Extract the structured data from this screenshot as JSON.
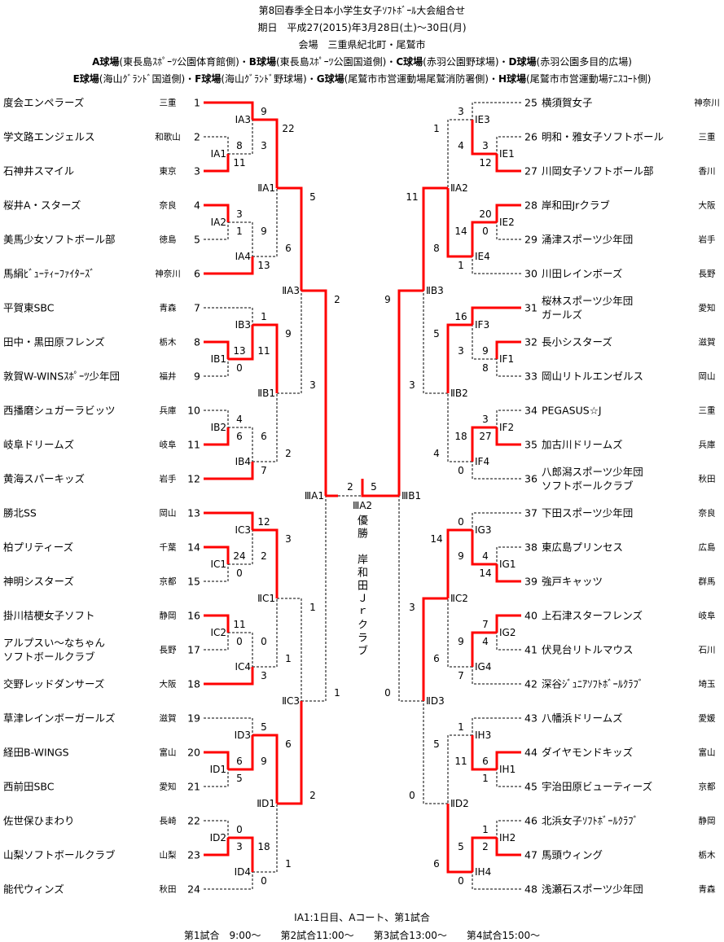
{
  "header": {
    "title": "第8回春季全日本小学生女子ｿﾌﾄﾎﾞｰﾙ大会組合せ",
    "dates": "期日　平成27(2015)年3月28日(土)～30日(月)",
    "venue": "会場　三重県紀北町・尾鷲市",
    "courts": [
      {
        "court": "A球場",
        "place": "(東長島ｽﾎﾟｰﾂ公園体育館側)"
      },
      {
        "court": "B球場",
        "place": "(東長島ｽﾎﾟｰﾂ公園国道側)"
      },
      {
        "court": "C球場",
        "place": "(赤羽公園野球場)"
      },
      {
        "court": "D球場",
        "place": "(赤羽公園多目的広場)"
      },
      {
        "court": "E球場",
        "place": "(海山ｸﾞﾗﾝﾄﾞ国道側)"
      },
      {
        "court": "F球場",
        "place": "(海山ｸﾞﾗﾝﾄﾞ野球場)"
      },
      {
        "court": "G球場",
        "place": "(尾鷲市市営運動場尾鷲消防署側)"
      },
      {
        "court": "H球場",
        "place": "(尾鷲市市営運動場ﾃﾆｽｺｰﾄ側)"
      }
    ],
    "separator": "・"
  },
  "teams": [
    {
      "no": "1",
      "name": "度会エンペラーズ",
      "pref": "三重"
    },
    {
      "no": "2",
      "name": "学文路エンジェルス",
      "pref": "和歌山"
    },
    {
      "no": "3",
      "name": "石神井スマイル",
      "pref": "東京"
    },
    {
      "no": "4",
      "name": "桜井A・スターズ",
      "pref": "奈良"
    },
    {
      "no": "5",
      "name": "美馬少女ソフトボール部",
      "pref": "徳島"
    },
    {
      "no": "6",
      "name": "馬絹ﾋﾞｭｰﾃｨｰﾌｧｲﾀｰｽﾞ",
      "pref": "神奈川"
    },
    {
      "no": "7",
      "name": "平賀東SBC",
      "pref": "青森"
    },
    {
      "no": "8",
      "name": "田中・黒田原フレンズ",
      "pref": "栃木"
    },
    {
      "no": "9",
      "name": "敦賀W-WINSｽﾎﾟｰﾂ少年団",
      "pref": "福井"
    },
    {
      "no": "10",
      "name": "西播磨シュガーラビッツ",
      "pref": "兵庫"
    },
    {
      "no": "11",
      "name": "岐阜ドリームズ",
      "pref": "岐阜"
    },
    {
      "no": "12",
      "name": "黄海スパーキッズ",
      "pref": "岩手"
    },
    {
      "no": "13",
      "name": "勝北SS",
      "pref": "岡山"
    },
    {
      "no": "14",
      "name": "柏プリティーズ",
      "pref": "千葉"
    },
    {
      "no": "15",
      "name": "神明シスターズ",
      "pref": "京都"
    },
    {
      "no": "16",
      "name": "掛川桔梗女子ソフト",
      "pref": "静岡"
    },
    {
      "no": "17",
      "name": "アルプスい～なちゃん\nソフトボールクラブ",
      "pref": "長野"
    },
    {
      "no": "18",
      "name": "交野レッドダンサーズ",
      "pref": "大阪"
    },
    {
      "no": "19",
      "name": "草津レインボーガールズ",
      "pref": "滋賀"
    },
    {
      "no": "20",
      "name": "経田B-WINGS",
      "pref": "富山"
    },
    {
      "no": "21",
      "name": "西前田SBC",
      "pref": "愛知"
    },
    {
      "no": "22",
      "name": "佐世保ひまわり",
      "pref": "長崎"
    },
    {
      "no": "23",
      "name": "山梨ソフトボールクラブ",
      "pref": "山梨"
    },
    {
      "no": "24",
      "name": "能代ウィンズ",
      "pref": "秋田"
    },
    {
      "no": "25",
      "name": "横須賀女子",
      "pref": "神奈川"
    },
    {
      "no": "26",
      "name": "明和・雅女子ソフトボール",
      "pref": "三重"
    },
    {
      "no": "27",
      "name": "川岡女子ソフトボール部",
      "pref": "香川"
    },
    {
      "no": "28",
      "name": "岸和田Jrクラブ",
      "pref": "大阪"
    },
    {
      "no": "29",
      "name": "涌津スポーツ少年団",
      "pref": "岩手"
    },
    {
      "no": "30",
      "name": "川田レインボーズ",
      "pref": "長野"
    },
    {
      "no": "31",
      "name": "桜林スポーツ少年団\nガールズ",
      "pref": "愛知"
    },
    {
      "no": "32",
      "name": "長小シスターズ",
      "pref": "滋賀"
    },
    {
      "no": "33",
      "name": "岡山リトルエンゼルス",
      "pref": "岡山"
    },
    {
      "no": "34",
      "name": "PEGASUS☆J",
      "pref": "三重"
    },
    {
      "no": "35",
      "name": "加古川ドリームズ",
      "pref": "兵庫"
    },
    {
      "no": "36",
      "name": "八郎潟スポーツ少年団\nソフトボールクラブ",
      "pref": "秋田"
    },
    {
      "no": "37",
      "name": "下田スポーツ少年団",
      "pref": "奈良"
    },
    {
      "no": "38",
      "name": "東広島プリンセス",
      "pref": "広島"
    },
    {
      "no": "39",
      "name": "強戸キャッツ",
      "pref": "群馬"
    },
    {
      "no": "40",
      "name": "上石津スターフレンズ",
      "pref": "岐阜"
    },
    {
      "no": "41",
      "name": "伏見台リトルマウス",
      "pref": "石川"
    },
    {
      "no": "42",
      "name": "深谷ｼﾞｭﾆｱｿﾌﾄﾎﾞｰﾙｸﾗﾌﾞ",
      "pref": "埼玉"
    },
    {
      "no": "43",
      "name": "八幡浜ドリームズ",
      "pref": "愛媛"
    },
    {
      "no": "44",
      "name": "ダイヤモンドキッズ",
      "pref": "富山"
    },
    {
      "no": "45",
      "name": "宇治田原ビューティーズ",
      "pref": "京都"
    },
    {
      "no": "46",
      "name": "北浜女子ｿﾌﾄﾎﾞｰﾙｸﾗﾌﾞ",
      "pref": "静岡"
    },
    {
      "no": "47",
      "name": "馬頭ウィング",
      "pref": "栃木"
    },
    {
      "no": "48",
      "name": "浅瀬石スポーツ少年団",
      "pref": "青森"
    }
  ],
  "matches": [
    {
      "id": "IA1",
      "label": "ⅠA1",
      "side": "left",
      "in": [
        2,
        3
      ],
      "scores": [
        "8",
        "11"
      ],
      "winner": 1
    },
    {
      "id": "IA2",
      "label": "ⅠA2",
      "side": "left",
      "in": [
        4,
        5
      ],
      "scores": [
        "3",
        "1"
      ],
      "winner": 0
    },
    {
      "id": "IA3",
      "label": "ⅠA3",
      "side": "left",
      "in": [
        1,
        "IA1"
      ],
      "scores": [
        "9",
        "3"
      ],
      "winner": 0
    },
    {
      "id": "IA4",
      "label": "ⅠA4",
      "side": "left",
      "in": [
        "IA2",
        6
      ],
      "scores": [
        "9",
        "13"
      ],
      "winner": 1
    },
    {
      "id": "IIA1",
      "label": "ⅡA1",
      "side": "left",
      "in": [
        "IA3",
        "IA4"
      ],
      "scores": [
        "22",
        "6"
      ],
      "winner": 0
    },
    {
      "id": "IB1",
      "label": "ⅠB1",
      "side": "left",
      "in": [
        8,
        9
      ],
      "scores": [
        "13",
        "0"
      ],
      "winner": 0
    },
    {
      "id": "IB2",
      "label": "ⅠB2",
      "side": "left",
      "in": [
        10,
        11
      ],
      "scores": [
        "4",
        "6"
      ],
      "winner": 1
    },
    {
      "id": "IB3",
      "label": "ⅠB3",
      "side": "left",
      "in": [
        7,
        "IB1"
      ],
      "scores": [
        "1",
        "11"
      ],
      "winner": 1
    },
    {
      "id": "IB4",
      "label": "ⅠB4",
      "side": "left",
      "in": [
        "IB2",
        12
      ],
      "scores": [
        "6",
        "7"
      ],
      "winner": 1
    },
    {
      "id": "IIB1",
      "label": "ⅡB1",
      "side": "left",
      "in": [
        "IB3",
        "IB4"
      ],
      "scores": [
        "9",
        "2"
      ],
      "winner": 0
    },
    {
      "id": "IIA3",
      "label": "ⅡA3",
      "side": "left",
      "in": [
        "IIA1",
        "IIB1"
      ],
      "scores": [
        "5",
        "3"
      ],
      "winner": 0
    },
    {
      "id": "IC1",
      "label": "ⅠC1",
      "side": "left",
      "in": [
        14,
        15
      ],
      "scores": [
        "24",
        "0"
      ],
      "winner": 0
    },
    {
      "id": "IC2",
      "label": "ⅠC2",
      "side": "left",
      "in": [
        16,
        17
      ],
      "scores": [
        "11",
        "0"
      ],
      "winner": 0
    },
    {
      "id": "IC3",
      "label": "ⅠC3",
      "side": "left",
      "in": [
        13,
        "IC1"
      ],
      "scores": [
        "12",
        "2"
      ],
      "winner": 0
    },
    {
      "id": "IC4",
      "label": "ⅠC4",
      "side": "left",
      "in": [
        "IC2",
        18
      ],
      "scores": [
        "0",
        "3"
      ],
      "winner": 1
    },
    {
      "id": "IIC1",
      "label": "ⅡC1",
      "side": "left",
      "in": [
        "IC3",
        "IC4"
      ],
      "scores": [
        "3",
        "1"
      ],
      "winner": 0
    },
    {
      "id": "ID1",
      "label": "ⅠD1",
      "side": "left",
      "in": [
        20,
        21
      ],
      "scores": [
        "6",
        "5"
      ],
      "winner": 0
    },
    {
      "id": "ID2",
      "label": "ⅠD2",
      "side": "left",
      "in": [
        22,
        23
      ],
      "scores": [
        "0",
        "3"
      ],
      "winner": 1
    },
    {
      "id": "ID3",
      "label": "ⅠD3",
      "side": "left",
      "in": [
        19,
        "ID1"
      ],
      "scores": [
        "5",
        "9"
      ],
      "winner": 1
    },
    {
      "id": "ID4",
      "label": "ⅠD4",
      "side": "left",
      "in": [
        "ID2",
        24
      ],
      "scores": [
        "18",
        "0"
      ],
      "winner": 0
    },
    {
      "id": "IID1",
      "label": "ⅡD1",
      "side": "left",
      "in": [
        "ID3",
        "ID4"
      ],
      "scores": [
        "6",
        "1"
      ],
      "winner": 0
    },
    {
      "id": "IIC3",
      "label": "ⅡC3",
      "side": "left",
      "in": [
        "IIC1",
        "IID1"
      ],
      "scores": [
        "1",
        "2"
      ],
      "winner": 1
    },
    {
      "id": "IIIA1",
      "label": "ⅢA1",
      "side": "left",
      "in": [
        "IIA3",
        "IIC3"
      ],
      "scores": [
        "2",
        "1"
      ],
      "winner": 0
    },
    {
      "id": "IE1",
      "label": "ⅠE1",
      "side": "right",
      "in": [
        26,
        27
      ],
      "scores": [
        "3",
        "12"
      ],
      "winner": 1
    },
    {
      "id": "IE2",
      "label": "ⅠE2",
      "side": "right",
      "in": [
        28,
        29
      ],
      "scores": [
        "20",
        "0"
      ],
      "winner": 0
    },
    {
      "id": "IE3",
      "label": "ⅠE3",
      "side": "right",
      "in": [
        25,
        "IE1"
      ],
      "scores": [
        "3",
        "4"
      ],
      "winner": 1
    },
    {
      "id": "IE4",
      "label": "ⅠE4",
      "side": "right",
      "in": [
        "IE2",
        30
      ],
      "scores": [
        "14",
        "1"
      ],
      "winner": 0
    },
    {
      "id": "IIA2",
      "label": "ⅡA2",
      "side": "right",
      "in": [
        "IE3",
        "IE4"
      ],
      "scores": [
        "1",
        "8"
      ],
      "winner": 1
    },
    {
      "id": "IF1",
      "label": "ⅠF1",
      "side": "right",
      "in": [
        32,
        33
      ],
      "scores": [
        "9",
        "8"
      ],
      "winner": 0
    },
    {
      "id": "IF2",
      "label": "ⅠF2",
      "side": "right",
      "in": [
        34,
        35
      ],
      "scores": [
        "3",
        "27"
      ],
      "winner": 1
    },
    {
      "id": "IF3",
      "label": "ⅠF3",
      "side": "right",
      "in": [
        31,
        "IF1"
      ],
      "scores": [
        "16",
        "3"
      ],
      "winner": 0
    },
    {
      "id": "IF4",
      "label": "ⅠF4",
      "side": "right",
      "in": [
        "IF2",
        36
      ],
      "scores": [
        "18",
        "0"
      ],
      "winner": 0
    },
    {
      "id": "IIB2",
      "label": "ⅡB2",
      "side": "right",
      "in": [
        "IF3",
        "IF4"
      ],
      "scores": [
        "5",
        "4"
      ],
      "winner": 0
    },
    {
      "id": "IIB3",
      "label": "ⅡB3",
      "side": "right",
      "in": [
        "IIA2",
        "IIB2"
      ],
      "scores": [
        "11",
        "3"
      ],
      "winner": 0
    },
    {
      "id": "IG1",
      "label": "ⅠG1",
      "side": "right",
      "in": [
        38,
        39
      ],
      "scores": [
        "4",
        "14"
      ],
      "winner": 1
    },
    {
      "id": "IG2",
      "label": "ⅠG2",
      "side": "right",
      "in": [
        40,
        41
      ],
      "scores": [
        "7",
        "4"
      ],
      "winner": 0
    },
    {
      "id": "IG3",
      "label": "ⅠG3",
      "side": "right",
      "in": [
        37,
        "IG1"
      ],
      "scores": [
        "0",
        "9"
      ],
      "winner": 1
    },
    {
      "id": "IG4",
      "label": "ⅠG4",
      "side": "right",
      "in": [
        "IG2",
        42
      ],
      "scores": [
        "9",
        "7"
      ],
      "winner": 0
    },
    {
      "id": "IIC2",
      "label": "ⅡC2",
      "side": "right",
      "in": [
        "IG3",
        "IG4"
      ],
      "scores": [
        "14",
        "6"
      ],
      "winner": 0
    },
    {
      "id": "IH1",
      "label": "ⅠH1",
      "side": "right",
      "in": [
        44,
        45
      ],
      "scores": [
        "6",
        "1"
      ],
      "winner": 0
    },
    {
      "id": "IH2",
      "label": "ⅠH2",
      "side": "right",
      "in": [
        46,
        47
      ],
      "scores": [
        "1",
        "2"
      ],
      "winner": 1
    },
    {
      "id": "IH3",
      "label": "ⅠH3",
      "side": "right",
      "in": [
        43,
        "IH1"
      ],
      "scores": [
        "1",
        "11"
      ],
      "winner": 1
    },
    {
      "id": "IH4",
      "label": "ⅠH4",
      "side": "right",
      "in": [
        "IH2",
        48
      ],
      "scores": [
        "5",
        "0"
      ],
      "winner": 0
    },
    {
      "id": "IID2",
      "label": "ⅡD2",
      "side": "right",
      "in": [
        "IH3",
        "IH4"
      ],
      "scores": [
        "5",
        "6"
      ],
      "winner": 1
    },
    {
      "id": "IID3",
      "label": "ⅡD3",
      "side": "right",
      "in": [
        "IIC2",
        "IID2"
      ],
      "scores": [
        "3",
        "0"
      ],
      "winner": 0
    },
    {
      "id": "IIIB1",
      "label": "ⅢB1",
      "side": "right",
      "in": [
        "IIB3",
        "IID3"
      ],
      "scores": [
        "9",
        "0"
      ],
      "winner": 0
    }
  ],
  "final": {
    "id": "IIIA2",
    "label": "ⅢA2",
    "in": [
      "IIIA1",
      "IIIB1"
    ],
    "scores": [
      "2",
      "5"
    ],
    "winner": 1
  },
  "champion": {
    "title": "優勝",
    "team": "岸和田Ｊｒクラブ"
  },
  "footer": {
    "legend": "ⅠA1:1日目、Aコート、第1試合",
    "schedule": "第1試合　9:00～　　第2試合11:00～　　第3試合13:00～　　第4試合15:00～"
  },
  "colors": {
    "winner_line": "#ff0000",
    "loser_line": "#000000"
  }
}
